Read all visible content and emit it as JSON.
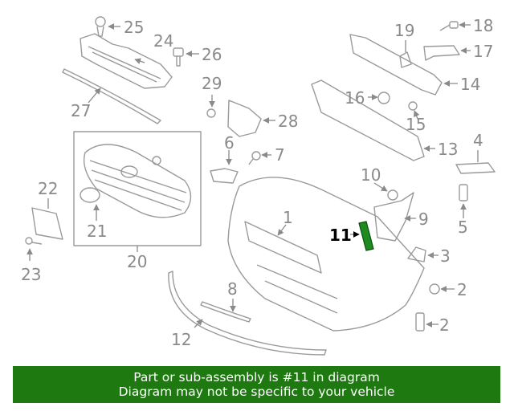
{
  "callouts": {
    "c25": "25",
    "c24": "24",
    "c26": "26",
    "c27": "27",
    "c29": "29",
    "c28": "28",
    "c6": "6",
    "c7": "7",
    "c19": "19",
    "c18": "18",
    "c17": "17",
    "c14": "14",
    "c16": "16",
    "c15": "15",
    "c13": "13",
    "c4": "4",
    "c10": "10",
    "c22": "22",
    "c21": "21",
    "c20": "20",
    "c1": "1",
    "c11": "11",
    "c9": "9",
    "c5": "5",
    "c3": "3",
    "c23": "23",
    "c8": "8",
    "c2a": "2",
    "c2b": "2",
    "c12": "12"
  },
  "highlighted_part": "11",
  "banner": {
    "line1": "Part or sub-assembly is #11 in diagram",
    "line2": "Diagram may not be specific to your vehicle"
  },
  "colors": {
    "banner_bg": "#1e7a10",
    "banner_text": "#ffffff",
    "highlight": "#1f8a1f",
    "line_art": "#9a9a9a"
  }
}
